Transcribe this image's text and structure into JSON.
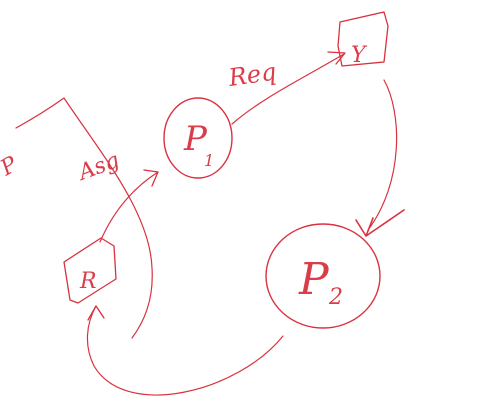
{
  "ink_color": "#d9313f",
  "nodes": {
    "p1": {
      "letter": "P",
      "sub": "1"
    },
    "p2": {
      "letter": "P",
      "sub": "2"
    },
    "y_box": "Y",
    "r_box": "R"
  },
  "labels": {
    "req": "Req",
    "asg": "Asg",
    "left_p": "P"
  }
}
